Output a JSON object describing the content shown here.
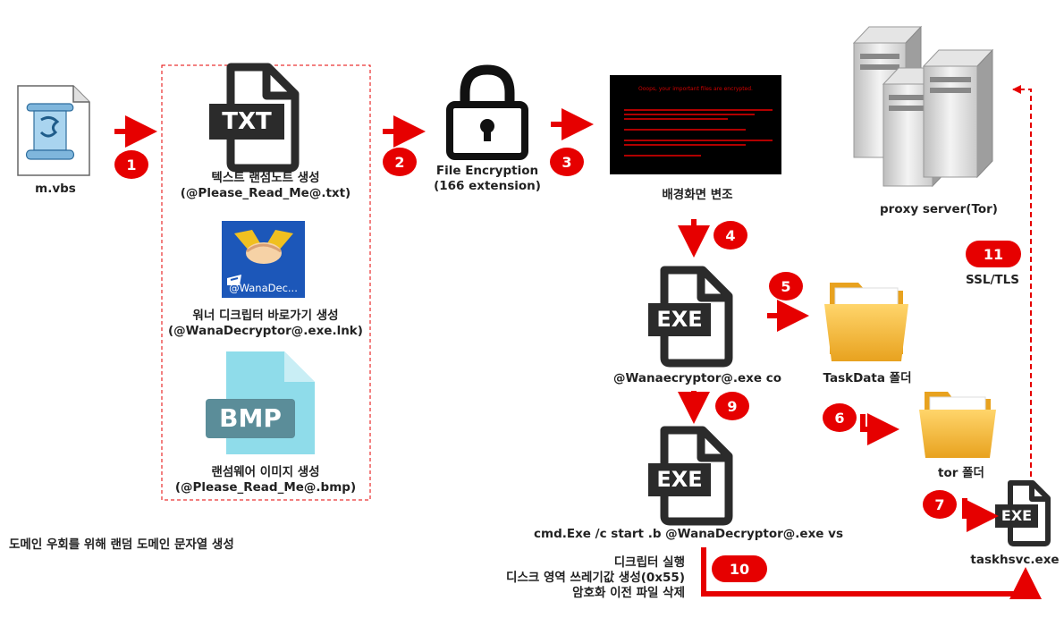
{
  "nodes": {
    "mvbs": "m.vbs",
    "txt_icon": "TXT",
    "txt_label1": "텍스트 랜섬노트 생성",
    "txt_label2": "(@Please_Read_Me@.txt)",
    "wanna_caption": "@WanaDec...",
    "shortcut_label1": "워너 디크립터 바로가기 생성",
    "shortcut_label2": "(@WanaDecryptor@.exe.lnk)",
    "bmp_icon": "BMP",
    "bmp_label1": "랜섬웨어 이미지 생성",
    "bmp_label2": "(@Please_Read_Me@.bmp)",
    "enc_label1": "File Encryption",
    "enc_label2": "(166 extension)",
    "screen_text": "Ooops, your important files are encrypted.",
    "wallpaper_label": "배경화면 변조",
    "exe_icon": "EXE",
    "exe_co_label": "@Wanaecryptor@.exe co",
    "taskdata_label": "TaskData 폴더",
    "tor_label": "tor 폴더",
    "cmd_label": "cmd.Exe /c start .b @WanaDecryptor@.exe vs",
    "proxy_label": "proxy server(Tor)",
    "ssl_label": "SSL/TLS",
    "taskhsvc_label": "taskhsvc.exe",
    "domain_note": "도메인 우회를 위해 랜덤 도메인 문자열 생성",
    "action1": "디크립터 실행",
    "action2": "디스크 영역 쓰레기값 생성(0x55)",
    "action3": "암호화 이전 파일 삭제"
  },
  "steps": [
    "1",
    "2",
    "3",
    "4",
    "5",
    "6",
    "7",
    "9",
    "10",
    "11"
  ],
  "colors": {
    "accent": "#e60000",
    "icon": "#2b2b2b",
    "folder": "#f2b233"
  }
}
